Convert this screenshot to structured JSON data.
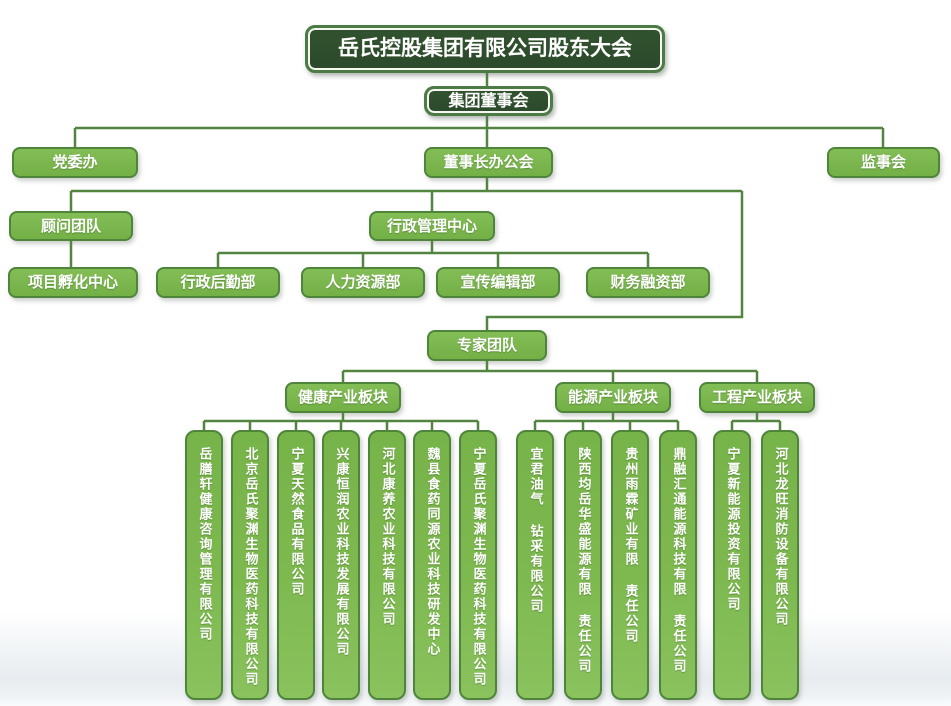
{
  "chart": {
    "title": "岳氏控股集团有限公司股东大会",
    "board": "集团董事会",
    "party_office": "党委办",
    "chairman_office": "董事长办公会",
    "supervisory_board": "监事会",
    "advisor_team": "顾问团队",
    "admin_center": "行政管理中心",
    "incubation_center": "项目孵化中心",
    "departments": [
      "行政后勤部",
      "人力资源部",
      "宣传编辑部",
      "财务融资部"
    ],
    "expert_team": "专家团队",
    "sectors": [
      {
        "label": "健康产业板块",
        "companies": [
          "岳膳轩健康咨询管理有限公司",
          "北京岳氏聚渊生物医药科技有限公司",
          "宁夏天然食品有限公司",
          "兴康恒润农业科技发展有限公司",
          "河北康养农业科技有限公司",
          "魏县食药同源农业科技研发中心",
          "宁夏岳氏聚渊生物医药科技有限公司"
        ]
      },
      {
        "label": "能源产业板块",
        "companies": [
          "宜君油气 钻采有限公司",
          "陕西均岳华盛能源有限 责任公司",
          "贵州雨霖矿业有限 责任公司",
          "鼎融汇通能源科技有限 责任公司"
        ]
      },
      {
        "label": "工程产业板块",
        "companies": [
          "宁夏新能源投资有限公司",
          "河北龙旺消防设备有限公司"
        ]
      }
    ]
  },
  "colors": {
    "dark_node_fill": "#2B492B",
    "dark_node_border": "#4C7B46",
    "green_node_fill": "#7AB74C",
    "green_node_border": "#4F853B",
    "connector_line": "#538540",
    "node_text": "#FFFFFF",
    "background": "#FFFFFF",
    "floor_shadow": "#CBD5DD"
  }
}
